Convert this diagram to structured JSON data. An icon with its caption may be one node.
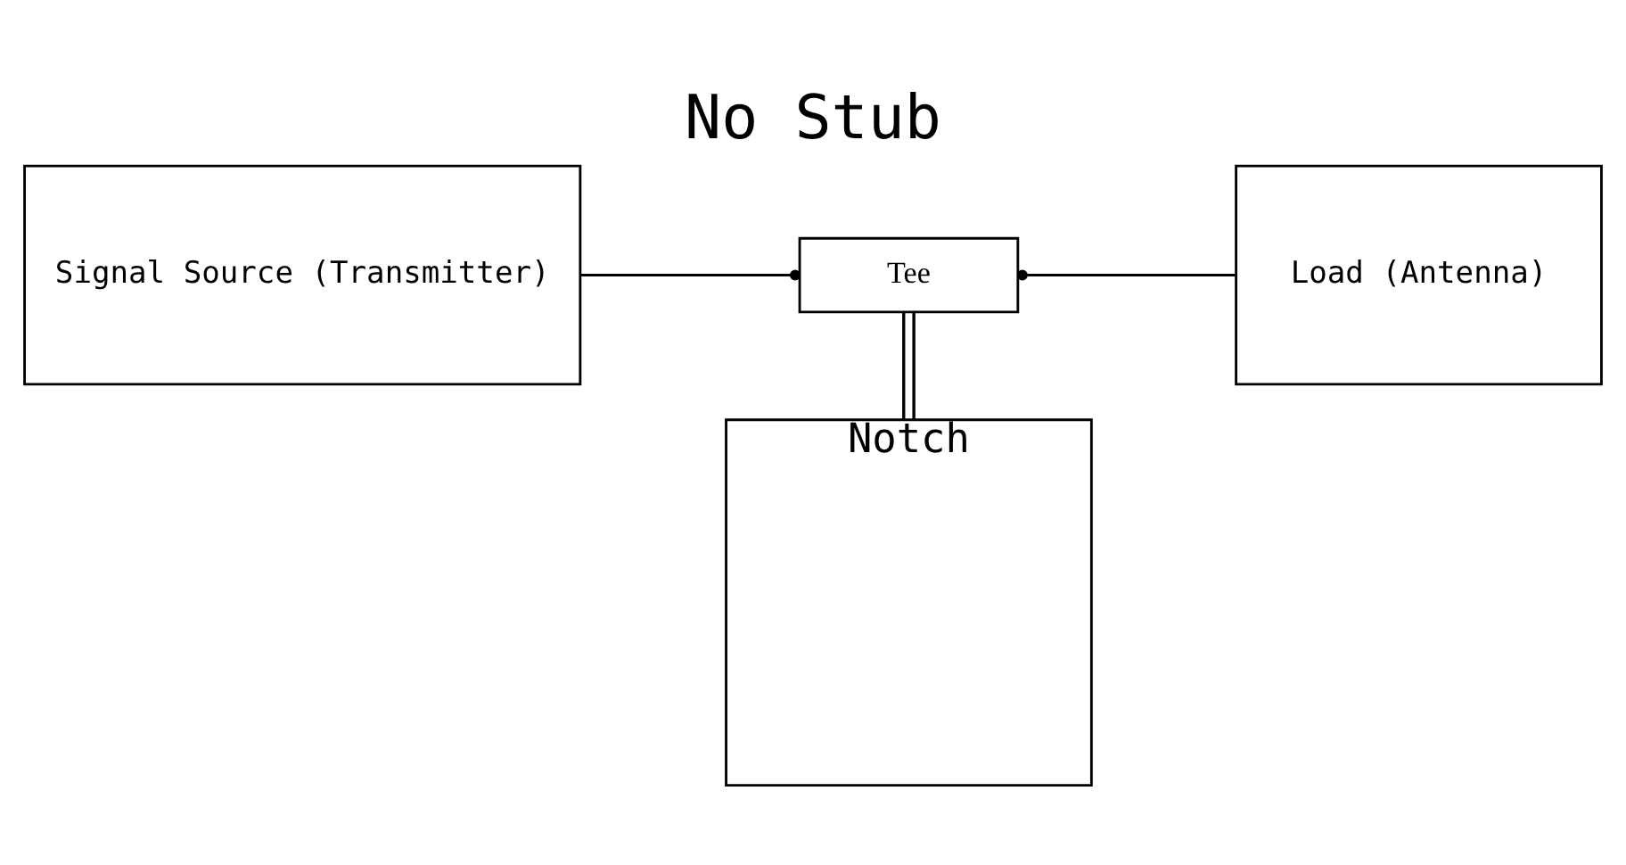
{
  "diagram": {
    "title": "No Stub",
    "nodes": [
      {
        "text": [
          "Signal Source (Transmitter)"
        ]
      },
      {
        "text": [
          "Tee"
        ]
      },
      {
        "text": [
          "Load (Antenna)"
        ]
      },
      {
        "text": [
          "Notch"
        ]
      }
    ],
    "edges": [
      {
        "from": 0,
        "to": 1,
        "arrow": "other"
      },
      {
        "from": 1,
        "to": 2,
        "arrow": "other"
      },
      {
        "from": 1,
        "to": 3,
        "arrow": "none"
      }
    ]
  }
}
